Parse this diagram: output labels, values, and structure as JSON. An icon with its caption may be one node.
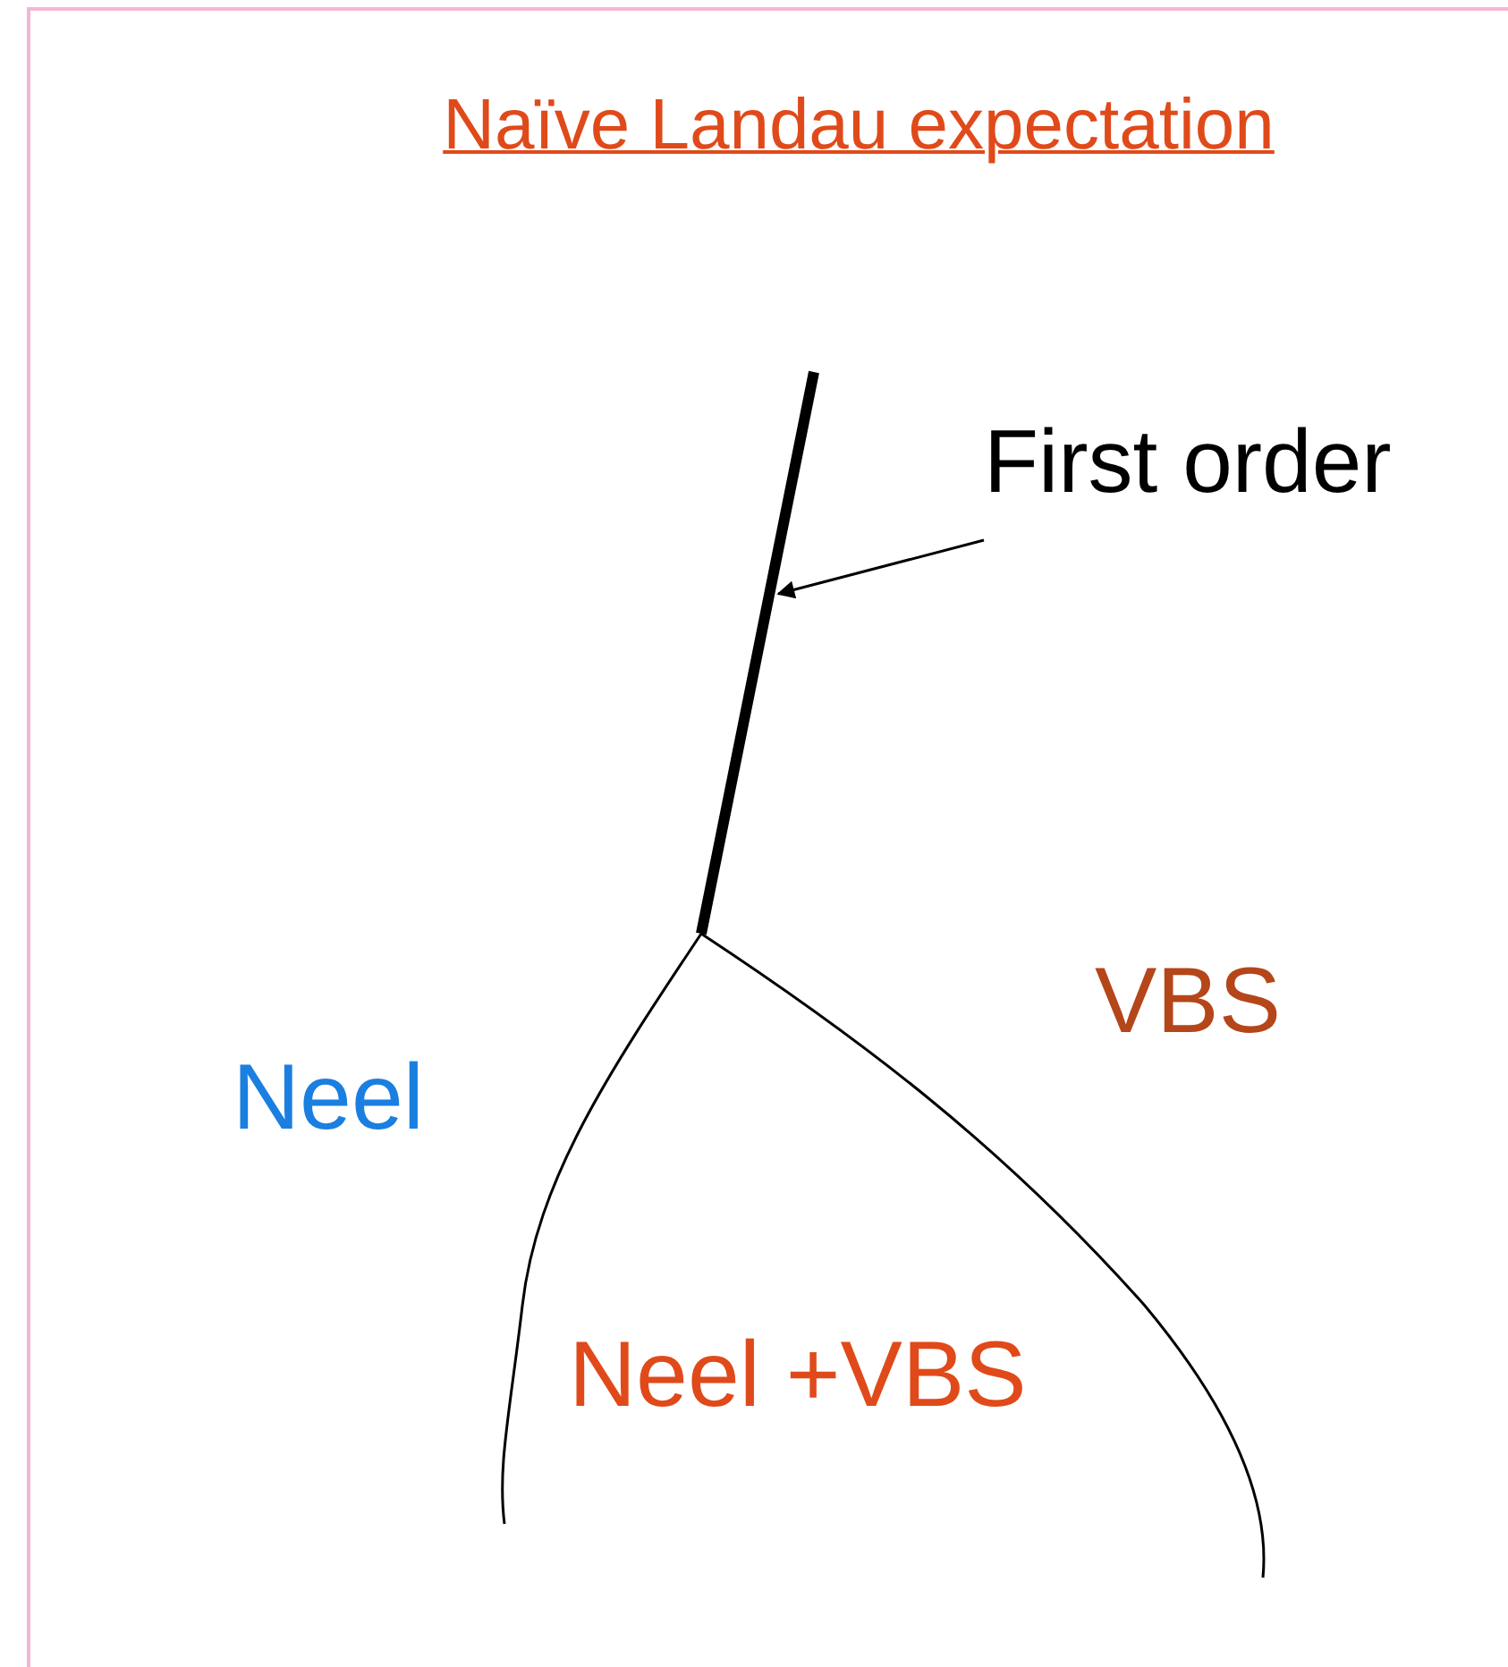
{
  "diagram": {
    "title": "Naïve Landau expectation",
    "nodes": [
      {
        "text": [
          "First order"
        ]
      },
      {
        "text": [],
        "shape": "line"
      }
    ],
    "edges": [
      {
        "from": 0,
        "to": 1,
        "arrow": "to"
      }
    ],
    "labels": [
      "VBS",
      "Neel",
      "Neel +VBS"
    ]
  }
}
